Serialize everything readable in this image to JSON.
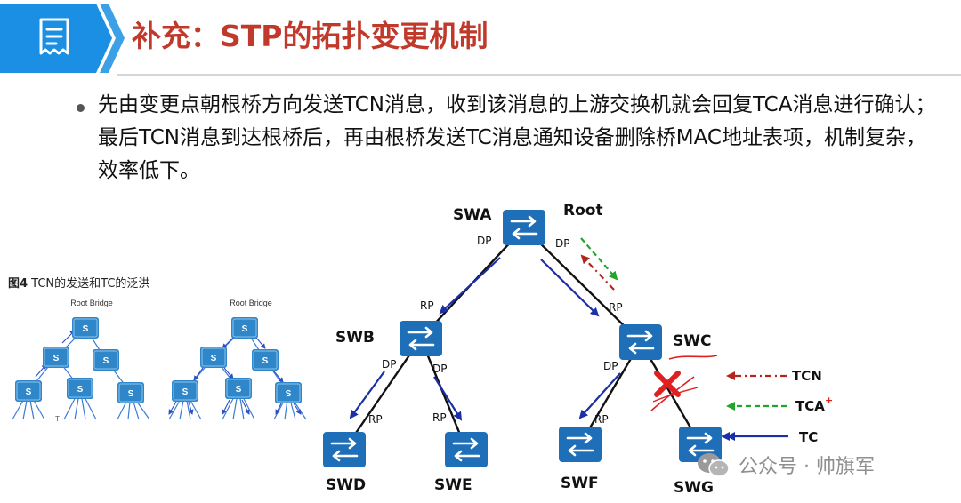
{
  "header": {
    "title": "补充：STP的拓扑变更机制",
    "icon": "document-list-icon",
    "accent_color": "#1a8fe3",
    "title_color": "#c0392b"
  },
  "bullet": {
    "text": "先由变更点朝根桥方向发送TCN消息，收到该消息的上游交换机就会回复TCA消息进行确认；最后TCN消息到达根桥后，再由根桥发送TC消息通知设备删除桥MAC地址表项，机制复杂，效率低下。"
  },
  "figure": {
    "caption_bold": "图4",
    "caption_text": " TCN的发送和TC的泛洪",
    "left_label": "Root Bridge",
    "right_label": "Root Bridge",
    "node_label": "S",
    "small_t": "T"
  },
  "diagram": {
    "root_label": "Root",
    "switches": {
      "swa": "SWA",
      "swb": "SWB",
      "swc": "SWC",
      "swd": "SWD",
      "swe": "SWE",
      "swf": "SWF",
      "swg": "SWG"
    },
    "ports": {
      "dp": "DP",
      "rp": "RP"
    },
    "legend": {
      "tcn": "TCN",
      "tca": "TCA",
      "tca_sup": "+",
      "tc": "TC"
    },
    "colors": {
      "switch_blue": "#1f6fb8",
      "tc_arrow": "#1a2fa8",
      "tcn_arrow": "#b3261e",
      "tca_arrow": "#22a52b",
      "link": "#111111",
      "fault": "#e02020"
    }
  },
  "watermark": {
    "text": "公众号 · 帅旗军",
    "icon": "wechat-icon"
  }
}
